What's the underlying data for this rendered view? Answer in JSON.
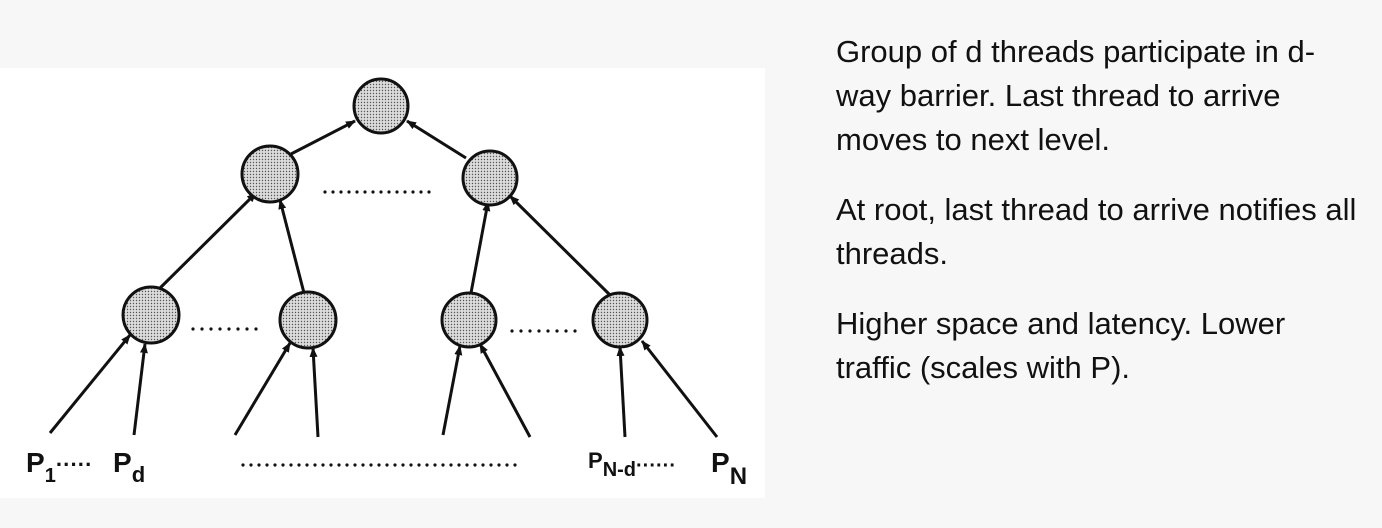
{
  "diagram": {
    "labels": {
      "p1": "P",
      "p1_sub": "1",
      "p1_dots": "·····",
      "pd": "P",
      "pd_sub": "d",
      "pnd": "P",
      "pnd_sub": "N-d",
      "pnd_dots": "······",
      "pn": "P",
      "pn_sub": "N"
    },
    "node_fill": "#c4c4c4",
    "stroke_color": "#111111"
  },
  "notes": [
    "Group of d threads participate in d-way barrier.  Last thread to arrive moves to next level.",
    "At root, last thread to arrive notifies all threads.",
    "Higher space and latency. Lower traffic (scales with P)."
  ]
}
